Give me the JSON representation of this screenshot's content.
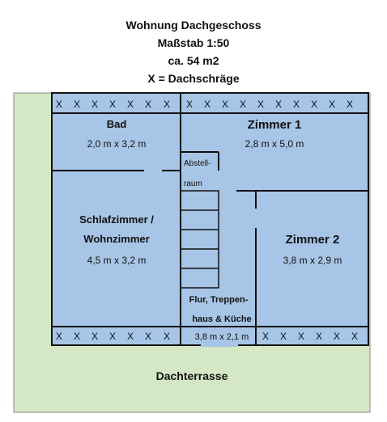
{
  "header": {
    "lines": [
      "Wohnung Dachgeschoss",
      "Maßstab 1:50",
      "ca. 54 m2",
      "X = Dachschräge"
    ]
  },
  "terrace": {
    "label": "Dachterrasse"
  },
  "rooms": {
    "bad": {
      "name": "Bad",
      "size": "2,0 m x 3,2 m"
    },
    "zimmer1": {
      "name": "Zimmer 1",
      "size": "2,8 m x 5,0 m"
    },
    "abstellraum": {
      "line1": "Abstell-",
      "line2": "raum"
    },
    "schlafzimmer": {
      "line1": "Schlafzimmer /",
      "line2": "Wohnzimmer",
      "size": "4,5 m x 3,2 m"
    },
    "zimmer2": {
      "name": "Zimmer 2",
      "size": "3,8 m x 2,9 m"
    },
    "flur": {
      "line1": "Flur, Treppen-",
      "line2": "haus & Küche",
      "size": "3,8 m x 2,1 m"
    }
  },
  "slope_marker": "X",
  "colors": {
    "room_fill": "#a7c5e6",
    "terrace_fill": "#d5e8c6",
    "wall": "#111111"
  }
}
